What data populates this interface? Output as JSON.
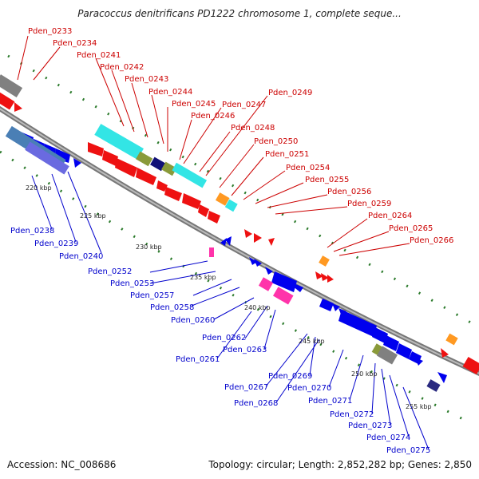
{
  "title": "Paracoccus denitrificans PD1222 chromosome 1, complete seque...",
  "accession": "Accession: NC_008686",
  "summary": "Topology: circular; Length: 2,852,282 bp; Genes: 2,850",
  "colors": {
    "forward_label": "#cc0000",
    "reverse_label": "#0000cc",
    "backbone": "#888888",
    "tick": "#2a7a2a"
  },
  "kbp_labels": [
    "220 kbp",
    "225 kbp",
    "230 kbp",
    "235 kbp",
    "240 kbp",
    "245 kbp",
    "250 kbp",
    "255 kbp"
  ],
  "forward_genes": [
    "Pden_0233",
    "Pden_0234",
    "Pden_0241",
    "Pden_0242",
    "Pden_0243",
    "Pden_0244",
    "Pden_0245",
    "Pden_0246",
    "Pden_0247",
    "Pden_0248",
    "Pden_0249",
    "Pden_0250",
    "Pden_0251",
    "Pden_0254",
    "Pden_0255",
    "Pden_0256",
    "Pden_0259",
    "Pden_0264",
    "Pden_0265",
    "Pden_0266"
  ],
  "reverse_genes": [
    "Pden_0238",
    "Pden_0239",
    "Pden_0240",
    "Pden_0252",
    "Pden_0253",
    "Pden_0257",
    "Pden_0258",
    "Pden_0260",
    "Pden_0262",
    "Pden_0263",
    "Pden_0261",
    "Pden_0267",
    "Pden_0269",
    "Pden_0268",
    "Pden_0270",
    "Pden_0271",
    "Pden_0272",
    "Pden_0273",
    "Pden_0274",
    "Pden_0275"
  ]
}
